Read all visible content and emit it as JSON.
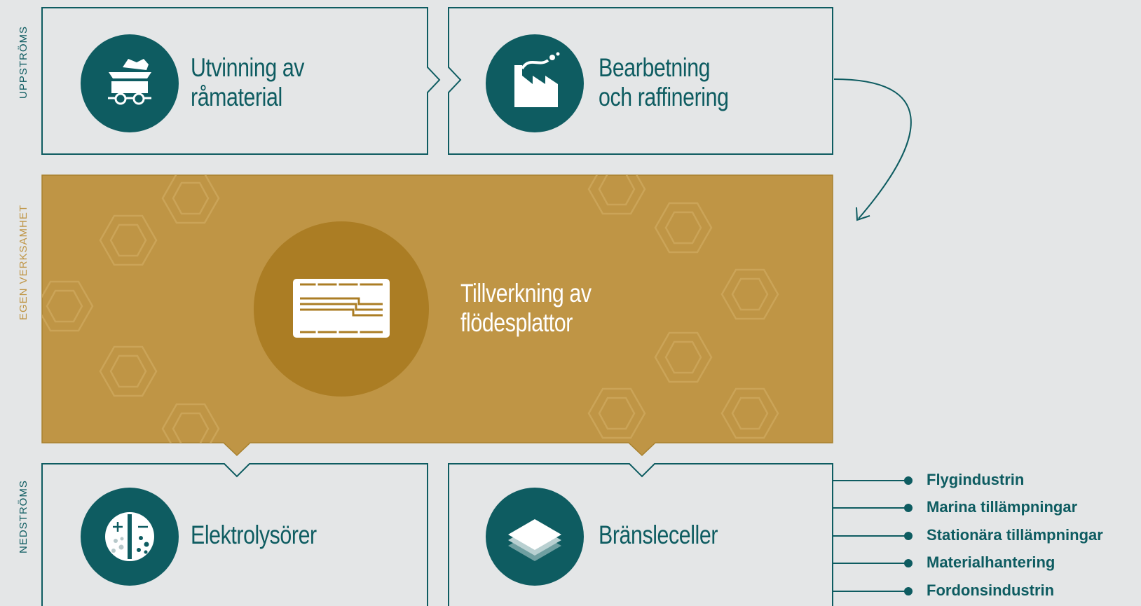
{
  "colors": {
    "teal": "#0e5c61",
    "gold": "#bf9545",
    "gold_dark": "#ab7d24",
    "background": "#e4e6e7"
  },
  "sections": {
    "upstream": "UPPSTRÖMS",
    "own_operations": "EGEN VERKSAMHET",
    "downstream": "NEDSTRÖMS"
  },
  "stages": {
    "raw_materials": {
      "title": "Utvinning av\nråmaterial",
      "icon": "mine-cart-icon"
    },
    "processing": {
      "title": "Bearbetning\noch raffinering",
      "icon": "factory-icon"
    },
    "flow_plates": {
      "title": "Tillverkning av\nflödesplattor",
      "icon": "flow-plate-icon"
    },
    "electrolyzers": {
      "title": "Elektrolysörer",
      "icon": "electrolyzer-icon"
    },
    "fuel_cells": {
      "title": "Bränsleceller",
      "icon": "layers-icon"
    }
  },
  "industries": [
    "Flygindustrin",
    "Marina tillämpningar",
    "Stationära tillämpningar",
    "Materialhantering",
    "Fordonsindustrin"
  ]
}
